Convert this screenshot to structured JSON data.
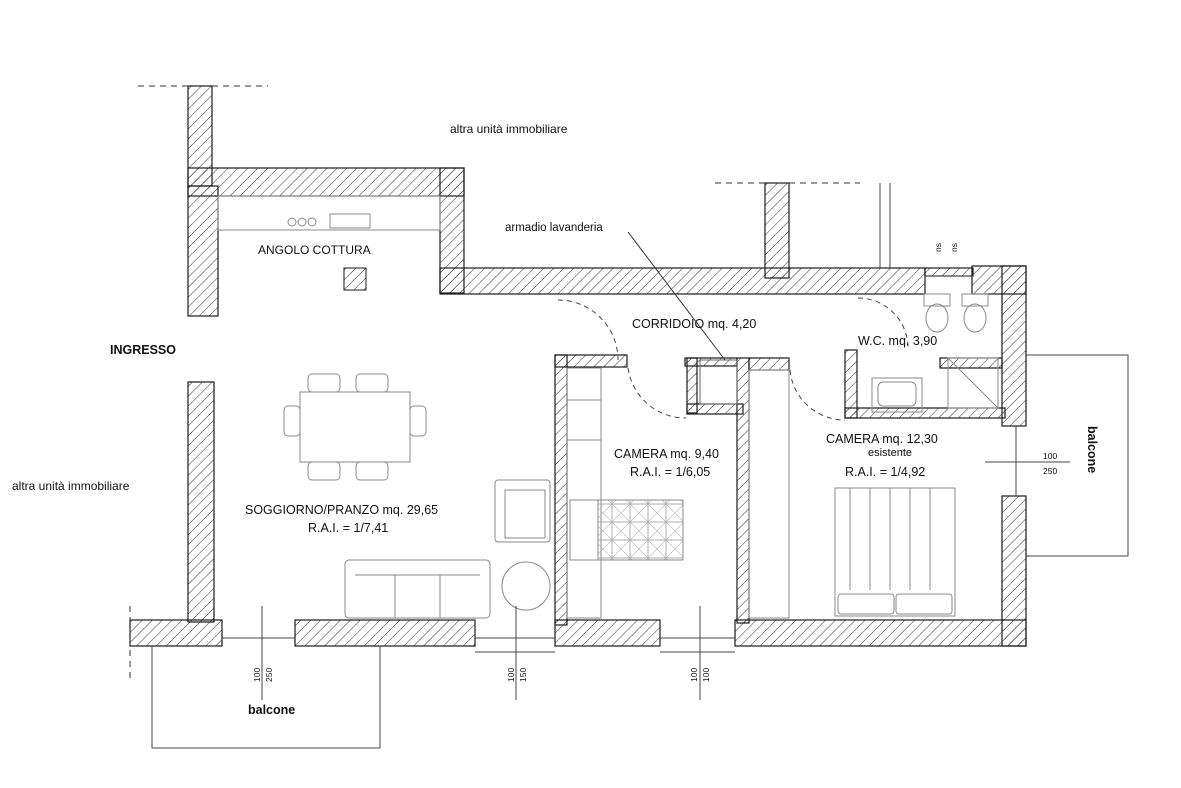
{
  "labels": {
    "altra_top": "altra unità immobiliare",
    "altra_left": "altra unità immobiliare",
    "angolo_cottura": "ANGOLO COTTURA",
    "armadio": "armadio lavanderia",
    "corridoio": "CORRIDOIO mq. 4,20",
    "ingresso": "INGRESSO",
    "wc": "W.C. mq. 3,90",
    "camera1_name": "CAMERA mq. 9,40",
    "camera1_rai": "R.A.I. = 1/6,05",
    "camera2_name": "CAMERA mq. 12,30",
    "camera2_note": "esistente",
    "camera2_rai": "R.A.I. = 1/4,92",
    "soggiorno_name": "SOGGIORNO/PRANZO mq. 29,65",
    "soggiorno_rai": "R.A.I. = 1/7,41",
    "balcone_bottom": "balcone",
    "balcone_right": "balcone"
  },
  "dimensions": {
    "win_soggiorno_1": "100",
    "win_soggiorno_2": "250",
    "win_mid_1": "100",
    "win_mid_2": "150",
    "win_camera_1": "100",
    "win_camera_2": "100",
    "win_right_1": "100",
    "win_right_2": "250",
    "wc_1": "ns",
    "wc_2": "ns"
  },
  "colors": {
    "wall_stroke": "#1a1a1a",
    "hatch": "#333333",
    "furniture": "#8a8a8a",
    "text": "#111111"
  }
}
